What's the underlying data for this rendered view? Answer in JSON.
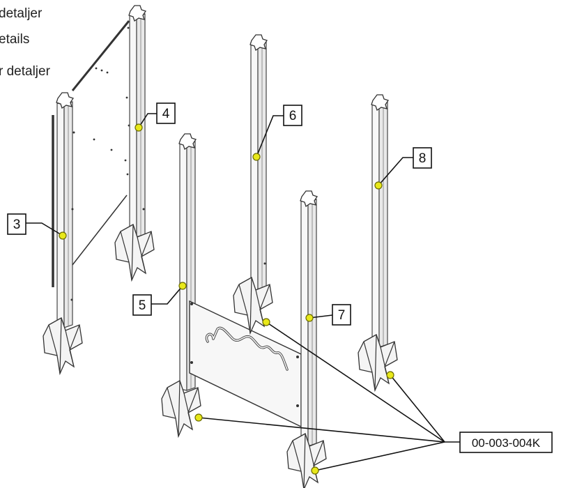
{
  "notes": {
    "line1": "detaljer",
    "line2": "etails",
    "line3": "r detaljer"
  },
  "callouts": [
    "3",
    "4",
    "5",
    "6",
    "7",
    "8"
  ],
  "part_number": "00-003-004K",
  "colors": {
    "marker": "#e8e81a",
    "line": "#111111"
  }
}
